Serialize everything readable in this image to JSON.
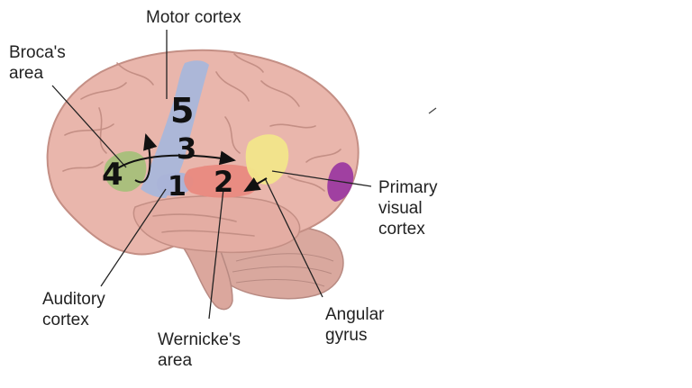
{
  "labels": {
    "motor_cortex": "Motor cortex",
    "brocas_area": "Broca's\narea",
    "primary_visual_cortex": "Primary\nvisual\ncortex",
    "auditory_cortex": "Auditory\ncortex",
    "wernickes_area": "Wernicke's\narea",
    "angular_gyrus": "Angular\ngyrus"
  },
  "numbers": [
    "1",
    "2",
    "3",
    "4",
    "5"
  ],
  "icons": [
    "brain-illustration",
    "curved-arrow-icon"
  ],
  "colors": {
    "brain": "#e9b6ac",
    "brain_shadow": "#d59a90",
    "motor_cortex": "#a9b7da",
    "brocas_area": "#a7c07a",
    "auditory_cortex": "#aab3d8",
    "wernickes_area": "#e98a80",
    "angular_gyrus": "#f2e68a",
    "visual_cortex": "#9c3aa0",
    "cerebellum": "#d9a89e"
  }
}
